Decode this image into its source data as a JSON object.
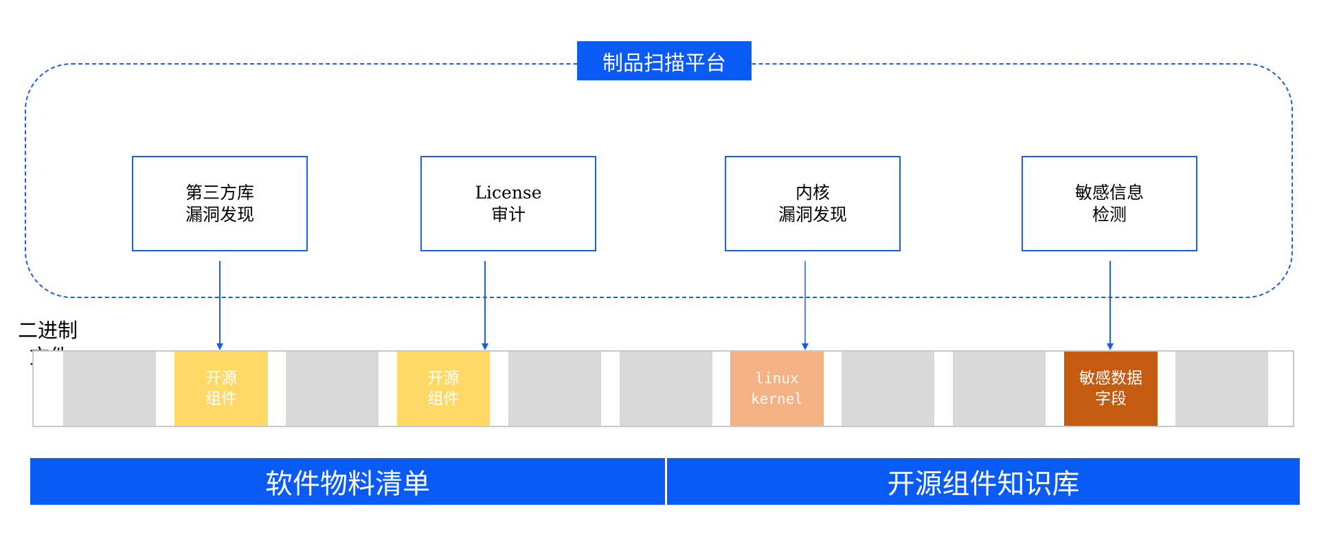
{
  "platform": {
    "title": "制品扫描平台"
  },
  "features": [
    {
      "line1": "第三方库",
      "line2": "漏洞发现"
    },
    {
      "line1": "License",
      "line2": "审计"
    },
    {
      "line1": "内核",
      "line2": "漏洞发现"
    },
    {
      "line1": "敏感信息",
      "line2": "检测"
    }
  ],
  "binary_file": {
    "label_line1": "二进制",
    "label_line2": "文件",
    "components": [
      {
        "line1": "开源",
        "line2": "组件",
        "color": "#ffd966"
      },
      {
        "line1": "开源",
        "line2": "组件",
        "color": "#ffd966"
      },
      {
        "line1": "linux",
        "line2": "kernel",
        "color": "#f4b183"
      },
      {
        "line1": "敏感数据",
        "line2": "字段",
        "color": "#c55a11"
      }
    ]
  },
  "bottom": {
    "left_label": "软件物料清单",
    "right_label": "开源组件知识库"
  },
  "colors": {
    "accent_blue": "#0a5af5",
    "border_blue": "#1a5ce0",
    "segment_gray": "#d9d9d9"
  }
}
